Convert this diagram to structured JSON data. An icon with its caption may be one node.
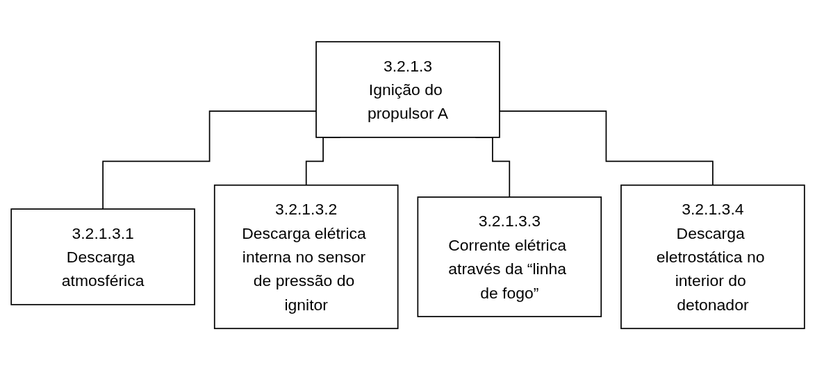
{
  "diagram": {
    "nodes": [
      {
        "text": [
          "3.2.1.3",
          "Ignição do propulsor A"
        ]
      },
      {
        "text": [
          "3.2.1.3.1",
          "Descarga atmosférica"
        ]
      },
      {
        "text": [
          "3.2.1.3.2",
          "Descarga elétrica interna no sensor de pressão do ignitor"
        ]
      },
      {
        "text": [
          "3.2.1.3.3",
          "Corrente elétrica através da “linha de fogo”"
        ]
      },
      {
        "text": [
          "3.2.1.3.4",
          "Descarga eletrostática no interior do detonador"
        ]
      }
    ],
    "edges": [
      {
        "from": 0,
        "to": 1,
        "arrow": "none"
      },
      {
        "from": 0,
        "to": 2,
        "arrow": "none"
      },
      {
        "from": 0,
        "to": 3,
        "arrow": "none"
      },
      {
        "from": 0,
        "to": 4,
        "arrow": "none"
      }
    ]
  }
}
